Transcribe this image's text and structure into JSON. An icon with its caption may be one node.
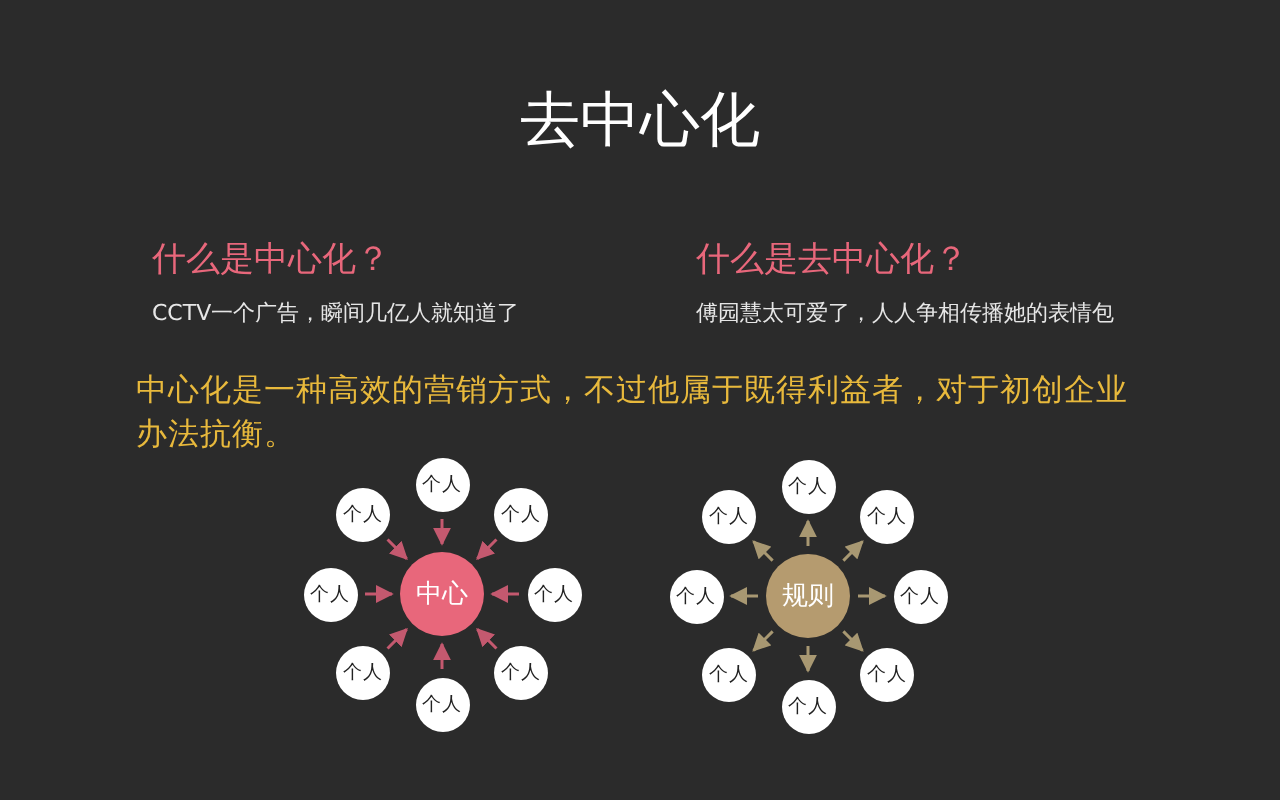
{
  "diagram": {
    "title": "去中心化",
    "nodes": [
      {
        "text": [
          "中心"
        ]
      },
      {
        "text": [
          "个人"
        ]
      },
      {
        "text": [
          "个人"
        ]
      },
      {
        "text": [
          "个人"
        ]
      },
      {
        "text": [
          "个人"
        ]
      },
      {
        "text": [
          "个人"
        ]
      },
      {
        "text": [
          "个人"
        ]
      },
      {
        "text": [
          "个人"
        ]
      },
      {
        "text": [
          "个人"
        ]
      },
      {
        "text": [
          "规则"
        ]
      },
      {
        "text": [
          "个人"
        ]
      },
      {
        "text": [
          "个人"
        ]
      },
      {
        "text": [
          "个人"
        ]
      },
      {
        "text": [
          "个人"
        ]
      },
      {
        "text": [
          "个人"
        ]
      },
      {
        "text": [
          "个人"
        ]
      },
      {
        "text": [
          "个人"
        ]
      },
      {
        "text": [
          "个人"
        ]
      }
    ],
    "edges": [
      {
        "from": 1,
        "to": 0,
        "arrow": "to"
      },
      {
        "from": 2,
        "to": 0,
        "arrow": "to"
      },
      {
        "from": 3,
        "to": 0,
        "arrow": "to"
      },
      {
        "from": 4,
        "to": 0,
        "arrow": "to"
      },
      {
        "from": 5,
        "to": 0,
        "arrow": "to"
      },
      {
        "from": 6,
        "to": 0,
        "arrow": "to"
      },
      {
        "from": 7,
        "to": 0,
        "arrow": "to"
      },
      {
        "from": 8,
        "to": 0,
        "arrow": "to"
      },
      {
        "from": 9,
        "to": 10,
        "arrow": "to",
        "color": "#a89872"
      },
      {
        "from": 9,
        "to": 11,
        "arrow": "to",
        "color": "#a89872"
      },
      {
        "from": 9,
        "to": 12,
        "arrow": "to",
        "color": "#a89872"
      },
      {
        "from": 9,
        "to": 13,
        "arrow": "to",
        "color": "#a89872"
      },
      {
        "from": 9,
        "to": 14,
        "arrow": "to",
        "color": "#a89872"
      },
      {
        "from": 9,
        "to": 15,
        "arrow": "to",
        "color": "#a89872"
      },
      {
        "from": 9,
        "to": 16,
        "arrow": "to",
        "color": "#a89872"
      },
      {
        "from": 9,
        "to": 17,
        "arrow": "to",
        "color": "#a89872"
      }
    ],
    "labels": [
      "什么是中心化？",
      "什么是去中心化？",
      "CCTV一个广告，瞬间几亿人就知道了",
      "傅园慧太可爱了，人人争相传播她的表情包",
      "中心化是一种高效的营销方式，不过他属于既得利益者，对于初创企业办法抗衡。"
    ]
  }
}
